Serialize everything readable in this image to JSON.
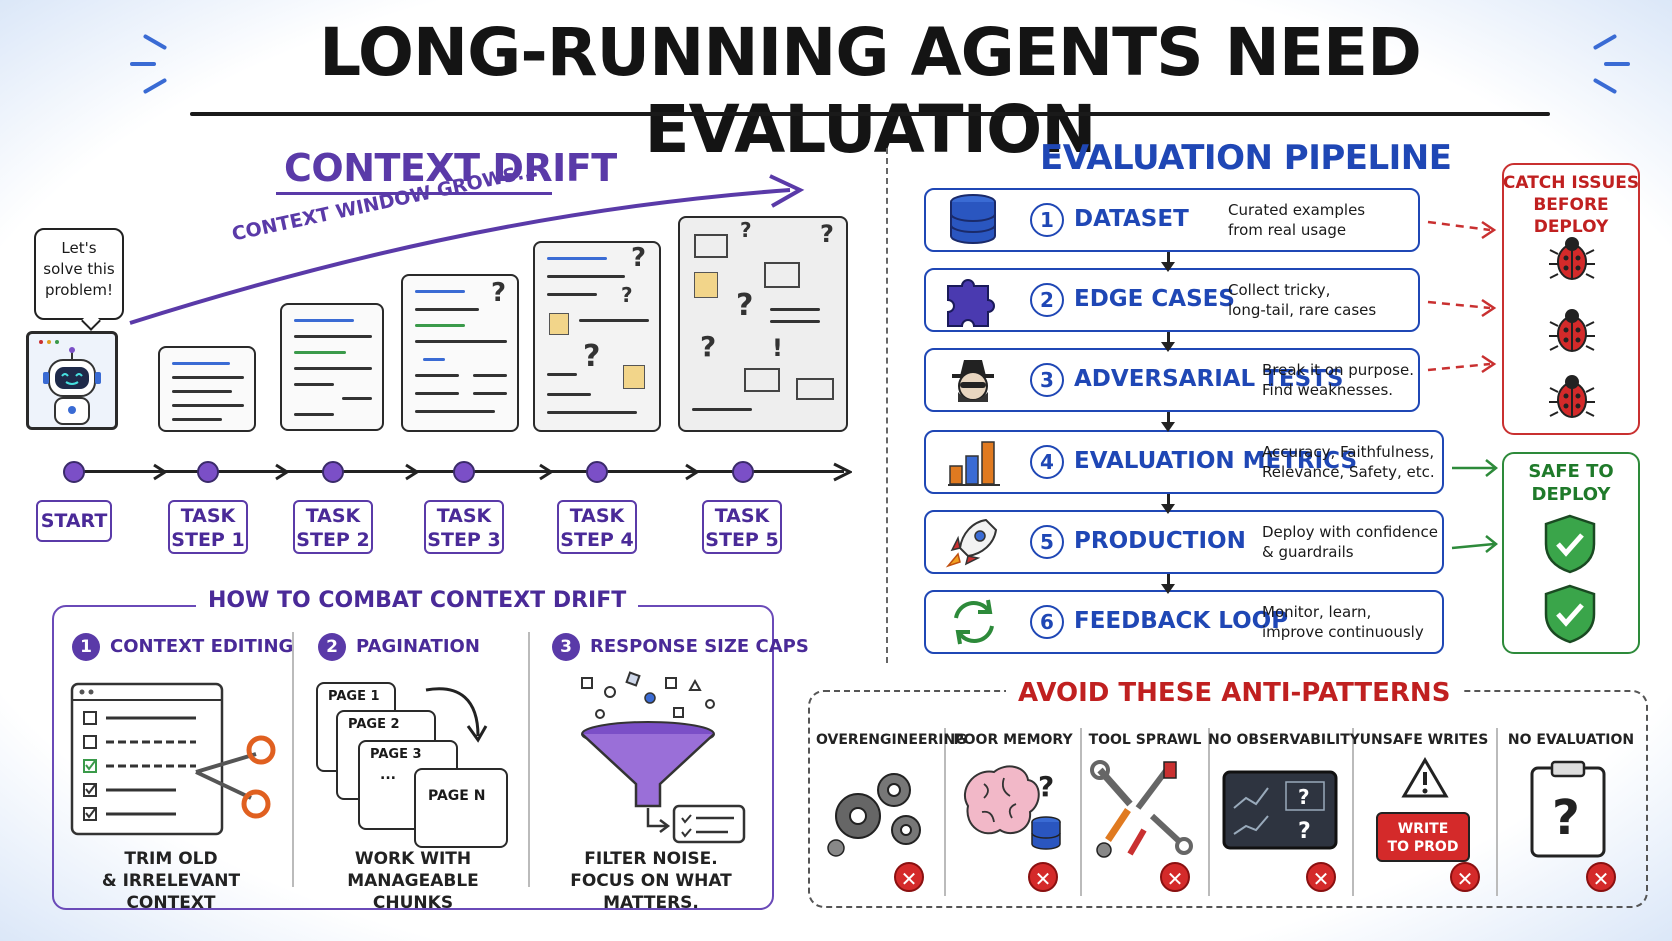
{
  "title": "LONG-RUNNING AGENTS NEED EVALUATION",
  "context_drift": {
    "title": "CONTEXT DRIFT",
    "arrow_label": "CONTEXT WINDOW GROWS...",
    "bubble": [
      "Let's",
      "solve this",
      "problem!"
    ],
    "steps": [
      {
        "line1": "START",
        "line2": ""
      },
      {
        "line1": "TASK",
        "line2": "STEP 1"
      },
      {
        "line1": "TASK",
        "line2": "STEP 2"
      },
      {
        "line1": "TASK",
        "line2": "STEP 3"
      },
      {
        "line1": "TASK",
        "line2": "STEP 4"
      },
      {
        "line1": "TASK",
        "line2": "STEP 5"
      }
    ]
  },
  "combat": {
    "title": "HOW TO COMBAT CONTEXT DRIFT",
    "items": [
      {
        "num": "1",
        "head": "CONTEXT EDITING",
        "caption1": "TRIM OLD",
        "caption2": "& IRRELEVANT CONTEXT"
      },
      {
        "num": "2",
        "head": "PAGINATION",
        "caption1": "WORK WITH MANAGEABLE",
        "caption2": "CHUNKS"
      },
      {
        "num": "3",
        "head": "RESPONSE SIZE CAPS",
        "caption1": "FILTER NOISE.",
        "caption2": "FOCUS ON WHAT MATTERS."
      }
    ],
    "pages": [
      "PAGE 1",
      "PAGE 2",
      "PAGE 3",
      "...",
      "PAGE N"
    ]
  },
  "pipeline": {
    "title": "EVALUATION PIPELINE",
    "stages": [
      {
        "num": "1",
        "name": "DATASET",
        "desc1": "Curated examples",
        "desc2": "from real usage",
        "icon": "database-icon"
      },
      {
        "num": "2",
        "name": "EDGE CASES",
        "desc1": "Collect tricky,",
        "desc2": "long-tail, rare cases",
        "icon": "puzzle-icon"
      },
      {
        "num": "3",
        "name": "ADVERSARIAL TESTS",
        "desc1": "Break it on purpose.",
        "desc2": "Find weaknesses.",
        "icon": "spy-icon"
      },
      {
        "num": "4",
        "name": "EVALUATION METRICS",
        "desc1": "Accuracy, Faithfulness,",
        "desc2": "Relevance, Safety, etc.",
        "icon": "bar-chart-icon"
      },
      {
        "num": "5",
        "name": "PRODUCTION",
        "desc1": "Deploy with confidence",
        "desc2": "& guardrails",
        "icon": "rocket-icon"
      },
      {
        "num": "6",
        "name": "FEEDBACK LOOP",
        "desc1": "Monitor, learn,",
        "desc2": "improve continuously",
        "icon": "refresh-icon"
      }
    ],
    "catch_title1": "CATCH ISSUES",
    "catch_title2": "BEFORE DEPLOY",
    "safe_title1": "SAFE TO",
    "safe_title2": "DEPLOY"
  },
  "anti_patterns": {
    "title": "AVOID THESE ANTI-PATTERNS",
    "items": [
      {
        "label": "OVERENGINEERING",
        "icon": "gears-icon"
      },
      {
        "label": "POOR MEMORY",
        "icon": "brain-icon"
      },
      {
        "label": "TOOL SPRAWL",
        "icon": "tools-icon"
      },
      {
        "label": "NO OBSERVABILITY",
        "icon": "monitor-icon"
      },
      {
        "label": "UNSAFE WRITES",
        "icon": "warning-icon",
        "badge1": "WRITE",
        "badge2": "TO PROD"
      },
      {
        "label": "NO EVALUATION",
        "icon": "clipboard-icon"
      }
    ],
    "x_mark": "✕"
  },
  "colors": {
    "purple": "#5a3aa8",
    "blue": "#1f47b5",
    "red": "#c02020",
    "green": "#2d8a3a"
  }
}
